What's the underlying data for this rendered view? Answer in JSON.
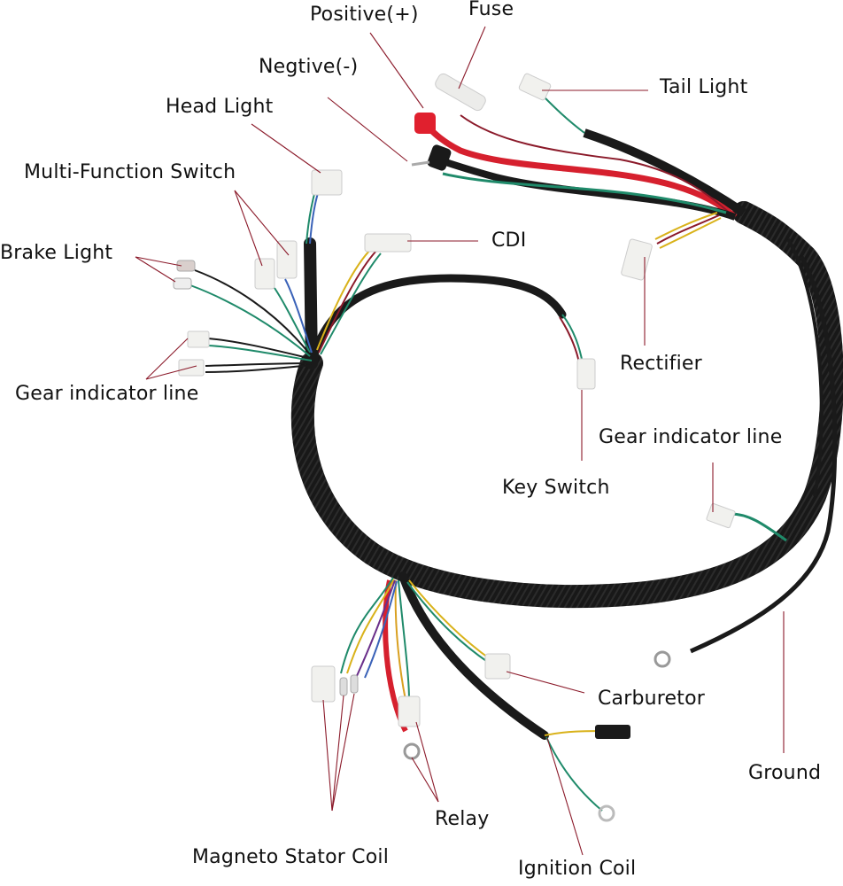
{
  "title": "Wiring harness diagram",
  "colors": {
    "background": "#ffffff",
    "leader_line": "#8b1a2a",
    "harness_sheath": "#1a1a1a",
    "wire_red": "#d6202e",
    "wire_green": "#1f8a6a",
    "wire_yellow": "#d9b21a",
    "wire_blue": "#3a62b8",
    "wire_purple": "#6a2f8a",
    "wire_brown": "#8a4a22",
    "connector": "#f1f1ee"
  },
  "labels": {
    "positive": "Positive(+)",
    "fuse": "Fuse",
    "negative": "Negtive(-)",
    "tail_light": "Tail Light",
    "head_light": "Head Light",
    "multi_function_switch": "Multi-Function Switch",
    "cdi": "CDI",
    "brake_light": "Brake Light",
    "rectifier": "Rectifier",
    "gear_indicator_left": "Gear indicator line",
    "gear_indicator_right": "Gear indicator line",
    "key_switch": "Key Switch",
    "carburetor": "Carburetor",
    "ground": "Ground",
    "relay": "Relay",
    "magneto_stator_coil": "Magneto Stator Coil",
    "ignition_coil": "Ignition Coil"
  }
}
